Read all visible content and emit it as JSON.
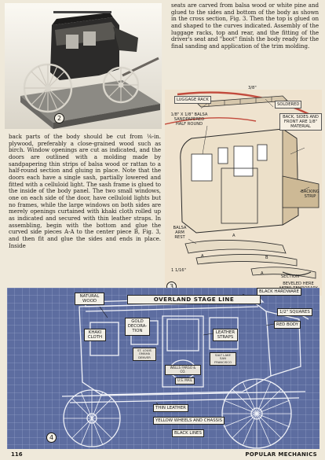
{
  "fig2_number": "2",
  "fig3_number": "3",
  "fig4_number": "4",
  "text_right": "seats are carved from balsa wood or white pine and glued to the sides and bottom of the body as shown in the cross section, Fig. 3. Then the top is glued on and shaped to the curves indicated. Assembly of the luggage racks, top and rear, and the fitting of the driver's seat and \"boot\" finish the body ready for the final sanding and application of the trim molding.",
  "text_left": "back parts of the body should be cut from ⅛-in. plywood, preferably a close-grained wood such as birch. Window openings are cut as indicated, and the doors are outlined with a molding made by sandpapering thin strips of balsa wood or rattan to a half-round section and gluing in place. Note that the doors each have a single sash, partially lowered and fitted with a celluloid light. The sash frame is glued to the inside of the body panel. The two small windows, one on each side of the door, have celluloid lights but no frames, while the large windows on both sides are merely openings curtained with khaki cloth rolled up as indicated and secured with thin leather straps. In assembling, begin with the bottom and glue the curved side pieces A-A to the center piece B, Fig. 3, and then fit and glue the sides and ends in place. Inside",
  "fig3": {
    "luggage_rack": "LUGGAGE RACK",
    "soldered": "SOLDERED",
    "dim_top": "3/8\"",
    "balsa_half_round": "1/8\" X 1/8\" BALSA SANDPAPERED HALF ROUND",
    "material": "BACK, SIDES AND FRONT ARE 1/8\" MATERIAL",
    "backing_strip": "BACKING STRIP",
    "balsa_arm_rest": "BALSA ARM REST",
    "part_a1": "A",
    "part_a2": "A",
    "part_a3": "A",
    "part_b": "B",
    "section": "SECTION",
    "dim_bottom": "1 1/16\"",
    "beveled": "BEVELED HERE AFTER TEMPORARY FITTING"
  },
  "fig4": {
    "title": "OVERLAND STAGE LINE",
    "natural_wood": "NATURAL WOOD",
    "gold_decoration": "GOLD DECORA-TION",
    "khaki_cloth": "KHAKI CLOTH",
    "leather_straps": "LEATHER STRAPS",
    "black_hardware": "BLACK HARDWARE",
    "squares": "1/2\" SQUARES",
    "red_body": "RED BODY",
    "thin_leather": "THIN LEATHER",
    "yellow_wheels": "YELLOW WHEELS AND CHASSIS",
    "black_lines": "BLACK LINES",
    "door_text": "WELLS FARGO & CO.",
    "us_mail": "U.S. MAIL",
    "side_left": "ST. LOUIS OMAHA DENVER",
    "side_right": "SALT LAKE SAN FRANCISCO"
  },
  "footer": {
    "page": "116",
    "magazine": "POPULAR MECHANICS"
  }
}
